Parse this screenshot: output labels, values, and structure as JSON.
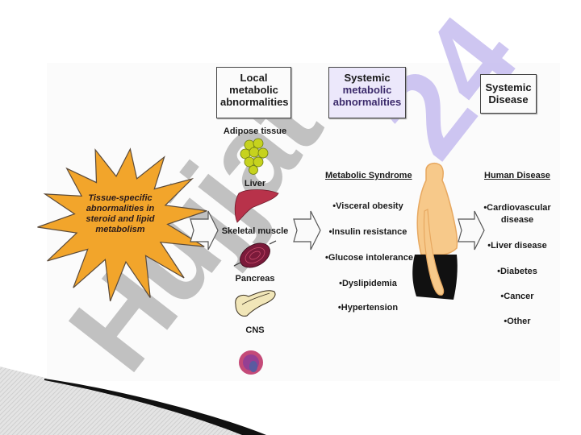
{
  "star": {
    "text": "Tissue-specific abnormalities in steroid and lipid metabolism",
    "color": "#f2a52b"
  },
  "columns": {
    "local": {
      "header_line1": "Local",
      "header_line2": "metabolic",
      "header_line3": "abnormalities",
      "organs": [
        {
          "label": "Adipose tissue",
          "icon": "adipose-cells-icon"
        },
        {
          "label": "Liver",
          "icon": "liver-icon"
        },
        {
          "label": "Skeletal muscle",
          "icon": "muscle-icon"
        },
        {
          "label": "Pancreas",
          "icon": "pancreas-icon"
        },
        {
          "label": "CNS",
          "icon": "brain-icon"
        }
      ]
    },
    "systemic": {
      "header_line1": "Systemic",
      "header_line2": "metabolic",
      "header_line3": "abnormalities",
      "list_title": "Metabolic Syndrome",
      "items": [
        "•Visceral obesity",
        "•Insulin resistance",
        "•Glucose intolerance",
        "•Dyslipidemia",
        "•Hypertension"
      ]
    },
    "disease": {
      "header_line1": "Systemic",
      "header_line2": "Disease",
      "list_title": "Human Disease",
      "items": [
        "•Cardiovascular",
        "disease",
        "•Liver disease",
        "•Diabetes",
        "•Cancer",
        "•Other"
      ]
    }
  },
  "figure": {
    "icon": "obese-human-silhouette-icon"
  },
  "watermarks": {
    "gray_text": "Hujjat",
    "purple_text": "24",
    "gray_color": "#b8b8b8",
    "purple_color": "#c9c0f0"
  },
  "colors": {
    "text": "#1a1a1a",
    "box_border": "#444444",
    "purple_text": "#3b2a6b"
  }
}
